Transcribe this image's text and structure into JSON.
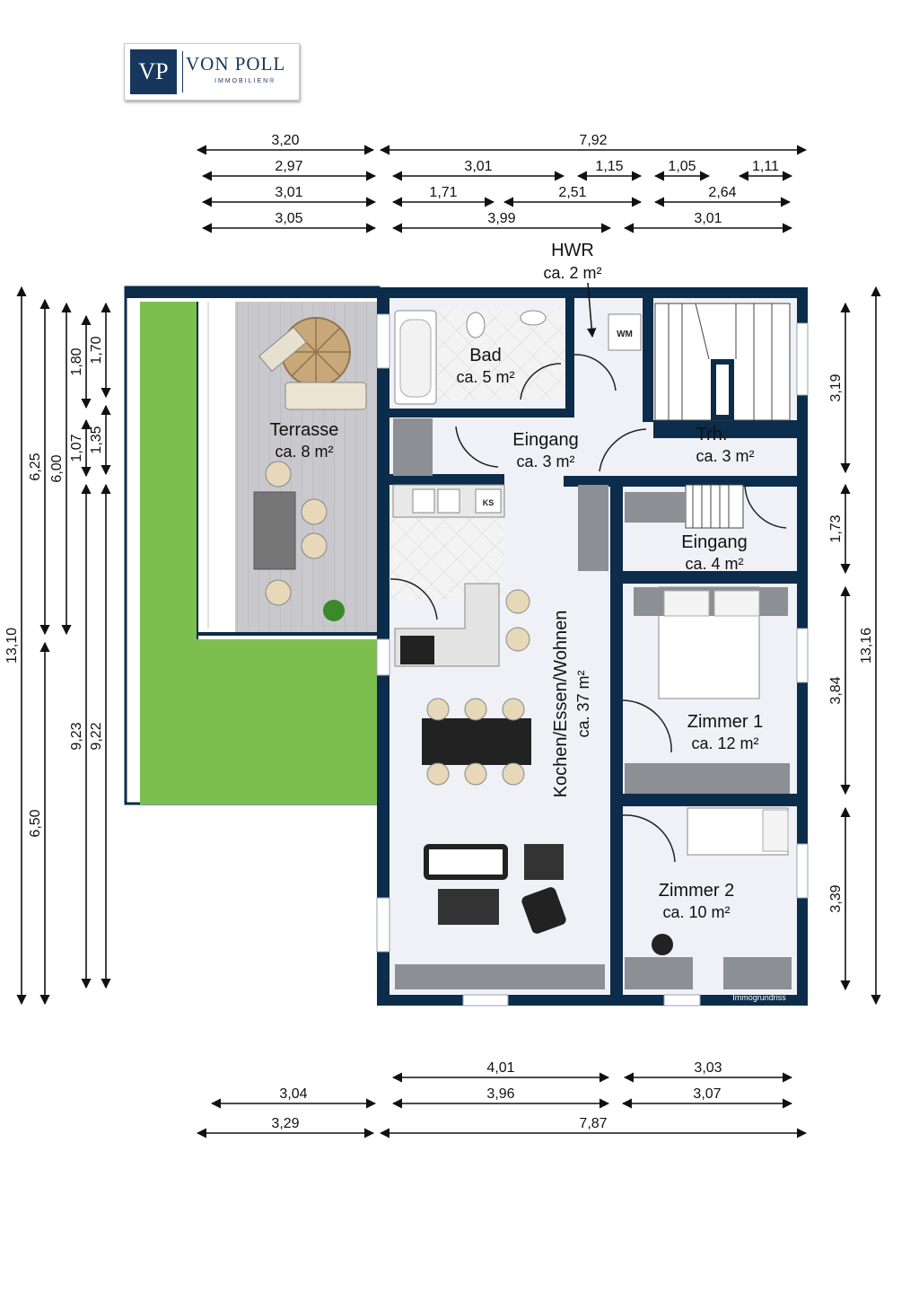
{
  "brand": {
    "monogram": "VP",
    "name": "VON POLL",
    "tagline": "IMMOBILIEN®"
  },
  "colors": {
    "wall": "#0b2c4a",
    "floor": "#f0f1f6",
    "grass": "#7cbf4e",
    "deck": "#c7c7cb",
    "dim": "#111111"
  },
  "rooms": {
    "hwr": {
      "name": "HWR",
      "area": "ca. 2 m²"
    },
    "bad": {
      "name": "Bad",
      "area": "ca. 5 m²"
    },
    "terrasse": {
      "name": "Terrasse",
      "area": "ca. 8 m²"
    },
    "eingang1": {
      "name": "Eingang",
      "area": "ca. 3 m²"
    },
    "treppe": {
      "name": "Trh.",
      "area": "ca. 3 m²"
    },
    "eingang2": {
      "name": "Eingang",
      "area": "ca. 4 m²"
    },
    "kochen": {
      "name": "Kochen/Essen/Wohnen",
      "area": "ca. 37 m²"
    },
    "zimmer1": {
      "name": "Zimmer 1",
      "area": "ca. 12 m²"
    },
    "zimmer2": {
      "name": "Zimmer 2",
      "area": "ca. 10 m²"
    }
  },
  "fixtures": {
    "wm": "WM",
    "ks": "KS"
  },
  "watermark": "Immogrundriss",
  "stamp": "VON POLL",
  "dims_top": [
    "3,20",
    "7,92",
    "2,97",
    "3,01",
    "1,15",
    "1,05",
    "1,11",
    "3,01",
    "1,71",
    "2,51",
    "2,64",
    "3,05",
    "3,99",
    "3,01"
  ],
  "dims_bottom": [
    "4,01",
    "3,03",
    "3,04",
    "3,96",
    "3,07",
    "3,29",
    "7,87"
  ],
  "dims_left": [
    "1,80",
    "1,70",
    "1,07",
    "1,35",
    "6,25",
    "6,00",
    "13,10",
    "6,50",
    "9,23",
    "9,22"
  ],
  "dims_right": [
    "3,19",
    "1,73",
    "3,84",
    "13,16",
    "3,39"
  ]
}
